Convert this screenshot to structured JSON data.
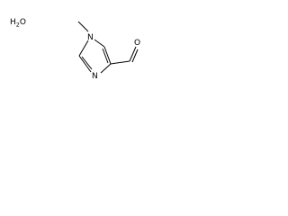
{
  "molecule": {
    "water": {
      "prefix": "H",
      "subscript": "2",
      "suffix": "O"
    },
    "atoms": {
      "methyl_n": "N",
      "methyl_c": "",
      "ring_n": "N",
      "aldehyde_o": "O"
    }
  }
}
